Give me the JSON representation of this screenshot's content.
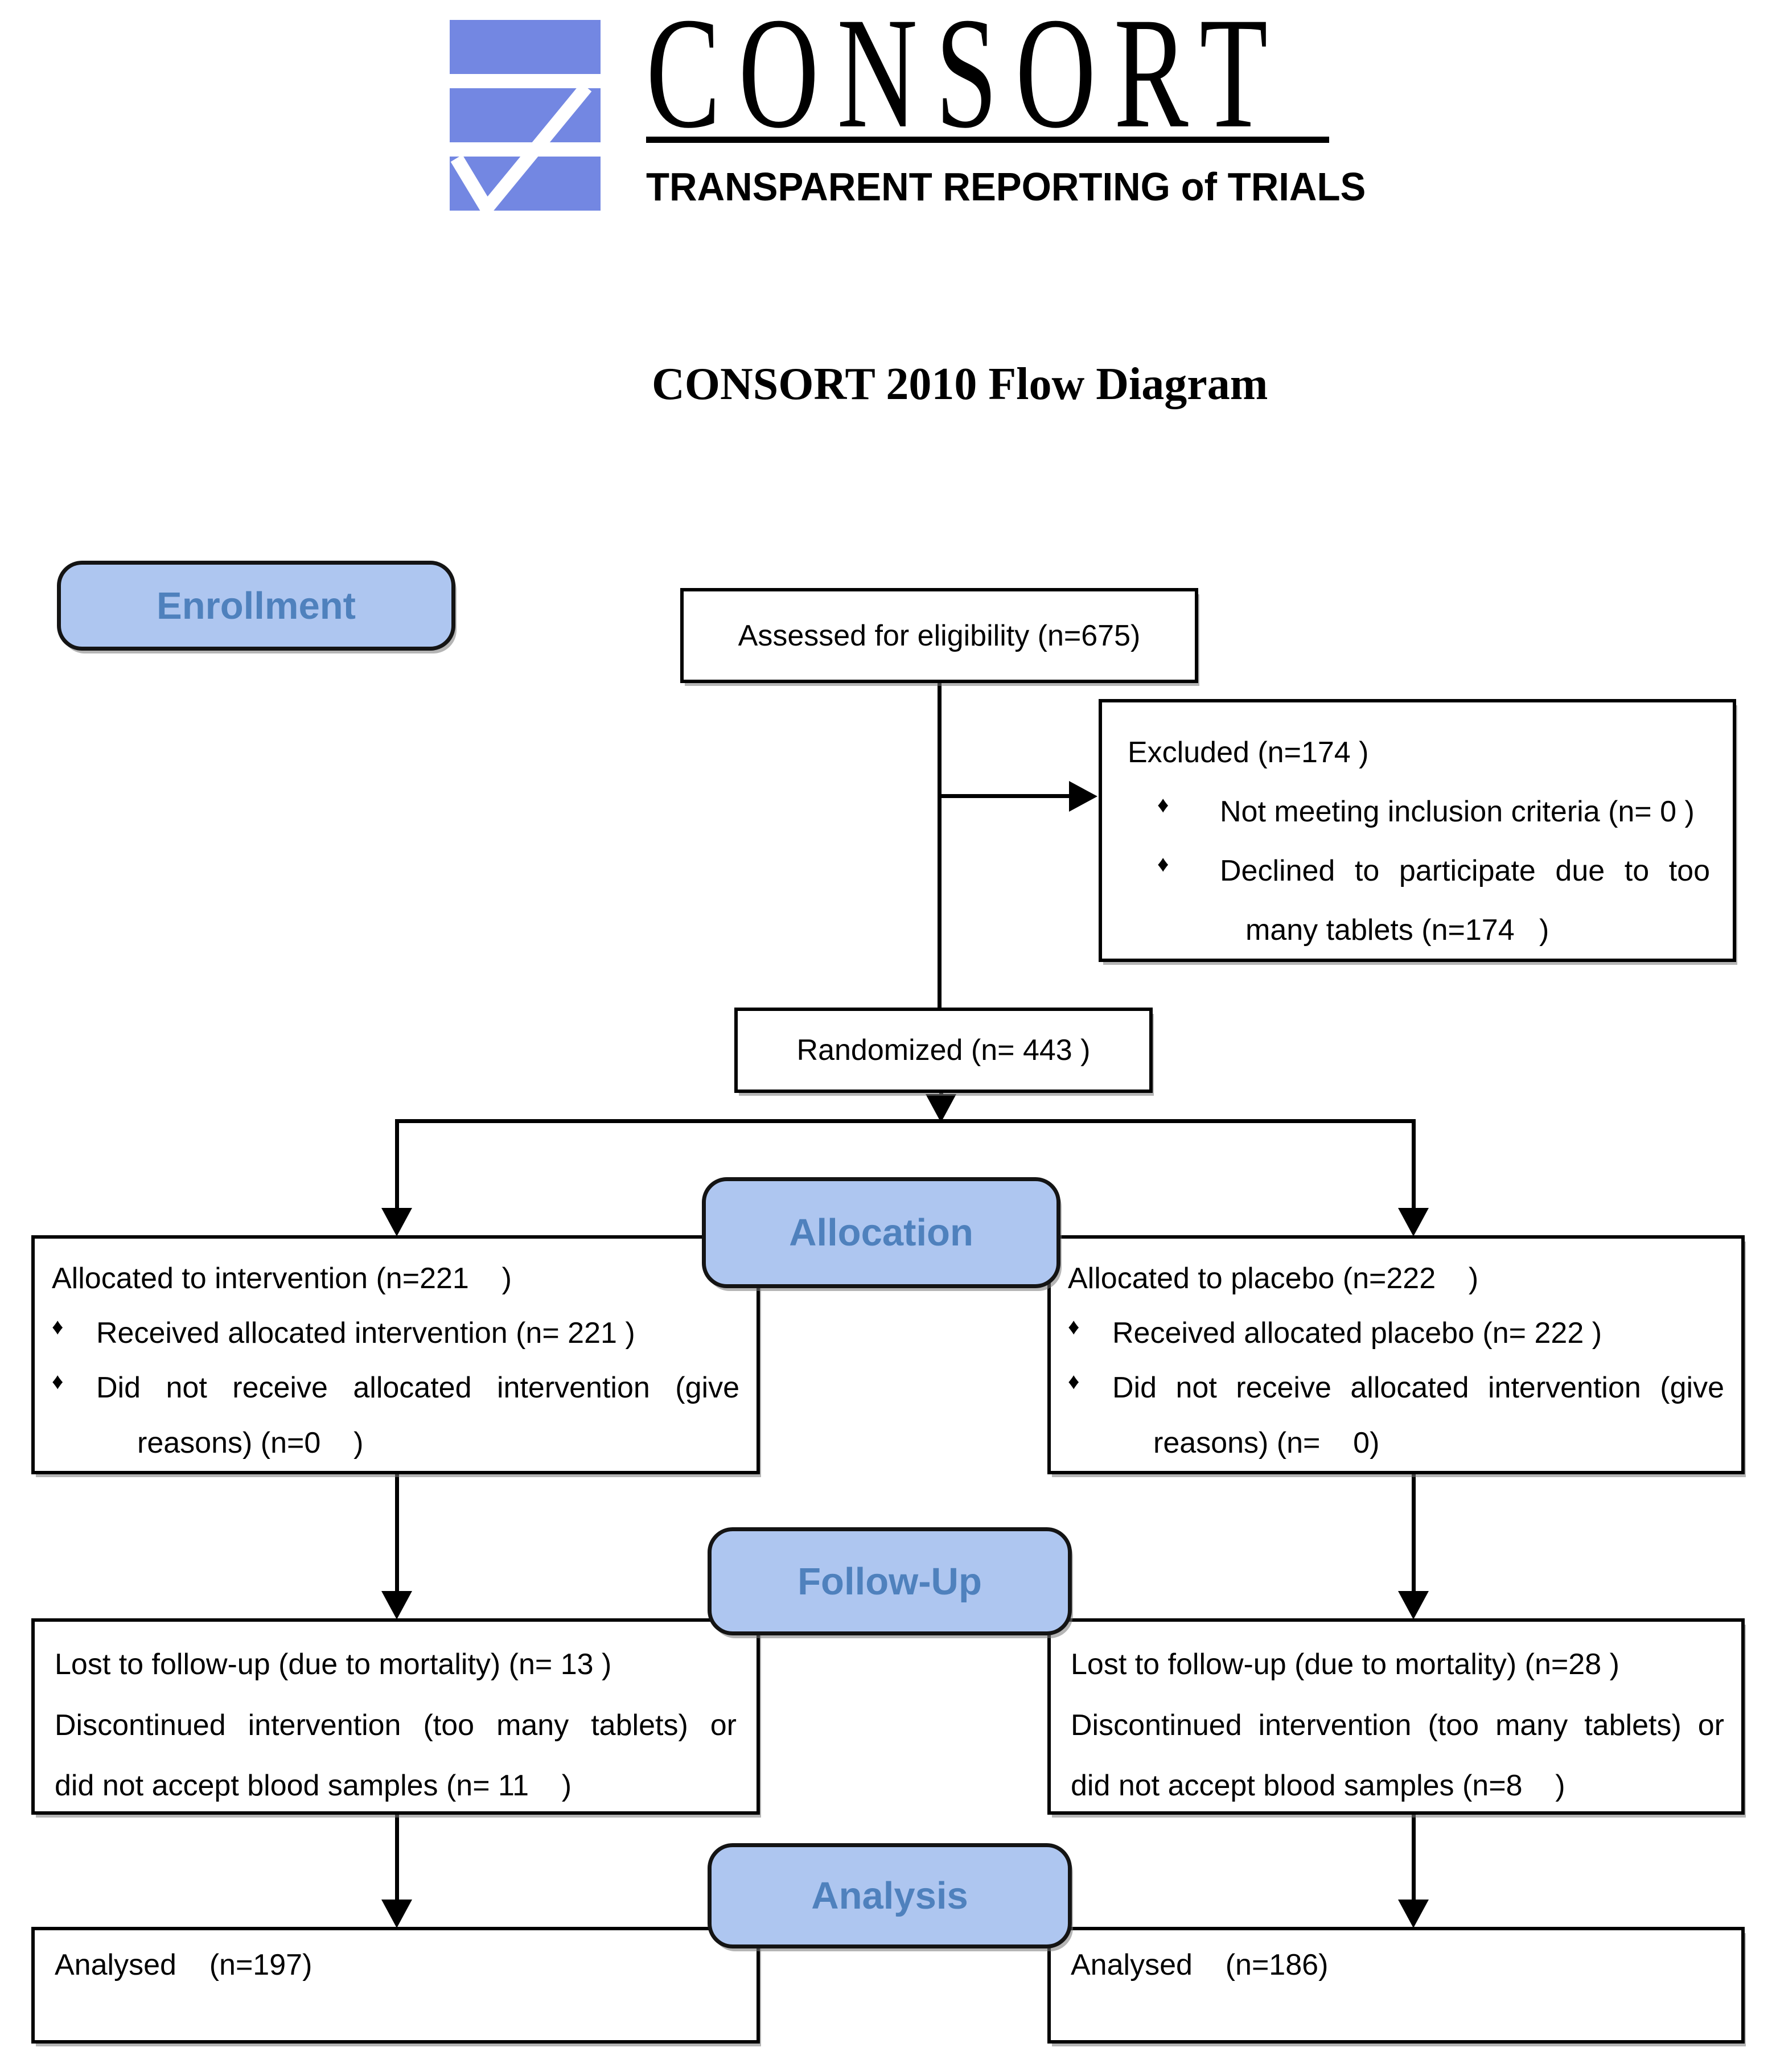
{
  "logo": {
    "wordmark": "CONSORT",
    "tagline": "TRANSPARENT REPORTING of TRIALS"
  },
  "title": "CONSORT 2010 Flow Diagram",
  "glyphs": {
    "bullet": "♦"
  },
  "colors": {
    "logo_mark": "#7387e2",
    "label_fill": "#aec6f0",
    "label_text": "#4f81bd",
    "ink": "#000000"
  },
  "stages": {
    "enrollment": "Enrollment",
    "allocation": "Allocation",
    "followup": "Follow-Up",
    "analysis": "Analysis"
  },
  "boxes": {
    "assessed": {
      "lines": [
        {
          "text": "Assessed for eligibility (n=675)"
        }
      ]
    },
    "excluded": {
      "lines": [
        {
          "text": "Excluded (n=174 )"
        },
        {
          "bullet": true,
          "text": "Not meeting inclusion criteria (n= 0 )"
        },
        {
          "bullet": true,
          "stretch": true,
          "text": "Declined to participate due to too"
        },
        {
          "cont": true,
          "text": "many tablets (n=174   )"
        }
      ]
    },
    "randomized": {
      "lines": [
        {
          "text": "Randomized (n= 443 )"
        }
      ]
    },
    "alloc_left": {
      "lines": [
        {
          "text": "Allocated to intervention (n=221    )"
        },
        {
          "bullet": true,
          "text": "Received allocated intervention (n= 221 )"
        },
        {
          "bullet": true,
          "stretch": true,
          "text": "Did not receive allocated intervention (give"
        },
        {
          "cont": true,
          "text": "reasons) (n=0    )"
        }
      ]
    },
    "alloc_right": {
      "lines": [
        {
          "text": "Allocated to placebo (n=222    )"
        },
        {
          "bullet": true,
          "text": "Received allocated placebo (n= 222 )"
        },
        {
          "bullet": true,
          "stretch": true,
          "text": "Did not receive allocated intervention (give"
        },
        {
          "cont": true,
          "text": "reasons) (n=    0)"
        }
      ]
    },
    "fu_left": {
      "lines": [
        {
          "text": "Lost to follow-up (due to mortality) (n= 13 )"
        },
        {
          "stretch": true,
          "text": "Discontinued intervention (too many tablets) or"
        },
        {
          "text": "did not accept blood samples (n= 11    )"
        }
      ]
    },
    "fu_right": {
      "lines": [
        {
          "text": "Lost to follow-up (due to mortality) (n=28 )"
        },
        {
          "stretch": true,
          "text": "Discontinued intervention (too many tablets) or"
        },
        {
          "text": "did not accept blood samples (n=8    )"
        }
      ]
    },
    "an_left": {
      "lines": [
        {
          "text": "Analysed    (n=197)"
        }
      ]
    },
    "an_right": {
      "lines": [
        {
          "text": "Analysed    (n=186)"
        }
      ]
    }
  }
}
